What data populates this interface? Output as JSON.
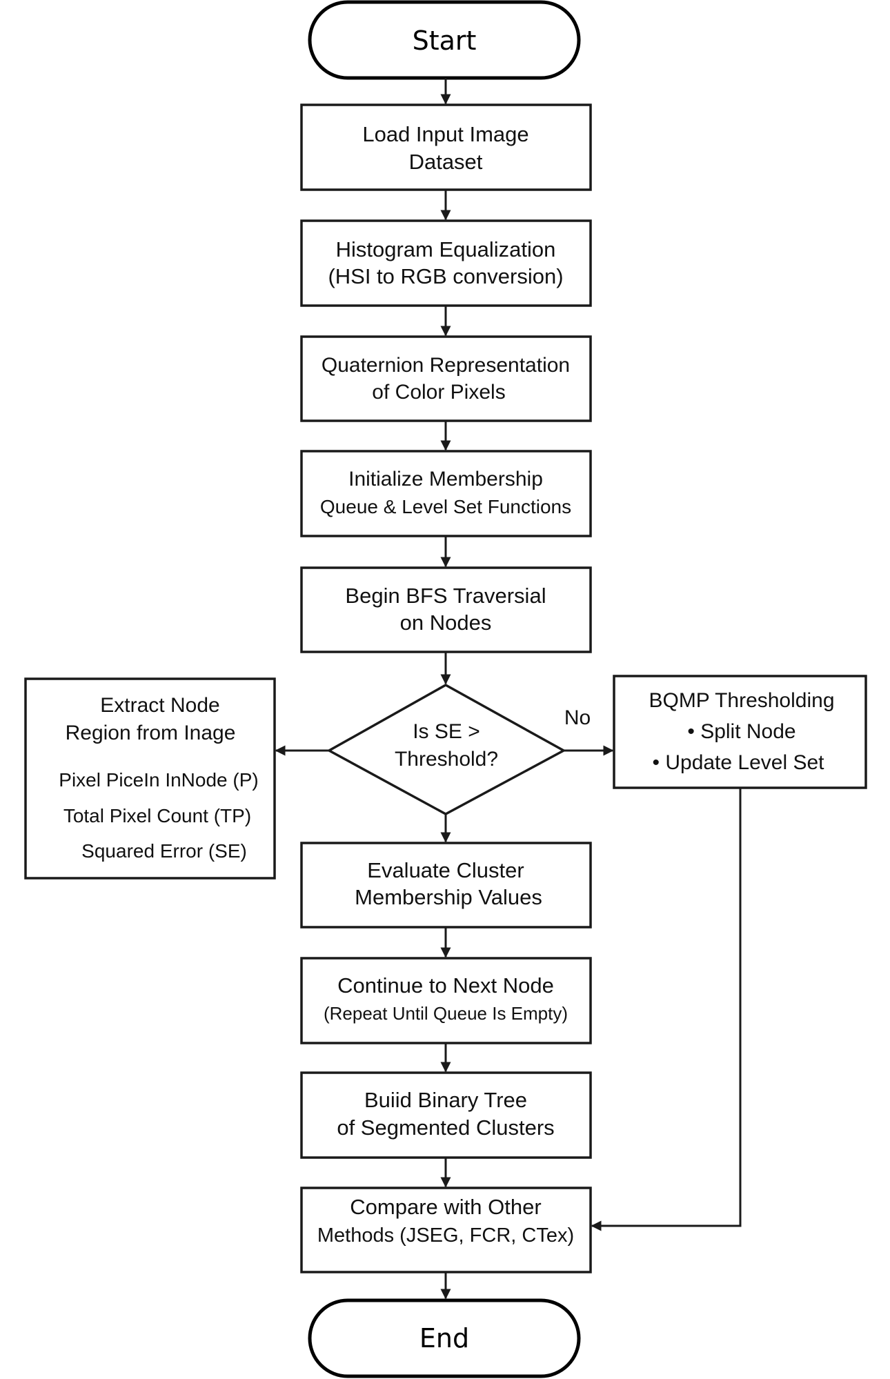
{
  "flowchart": {
    "start": "Start",
    "end": "End",
    "steps": [
      {
        "id": "load",
        "lines": [
          "Load Input Image",
          "Dataset"
        ]
      },
      {
        "id": "histogram",
        "lines": [
          "Histogram Equalization",
          "(HSI to RGB conversion)"
        ]
      },
      {
        "id": "quaternion",
        "lines": [
          "Quaternion Representation",
          "of Color Pixels"
        ]
      },
      {
        "id": "initialize",
        "lines": [
          "Initialize Membership",
          "Queue & Level Set Functions"
        ]
      },
      {
        "id": "bfs",
        "lines": [
          "Begin BFS Traversial",
          "on Nodes"
        ]
      },
      {
        "id": "evaluate",
        "lines": [
          "Evaluate Cluster",
          "Membership Values"
        ]
      },
      {
        "id": "continue",
        "lines": [
          "Continue to Next Node",
          "(Repeat Until Queue Is Empty)"
        ]
      },
      {
        "id": "build",
        "lines": [
          "Buiid Binary Tree",
          "of Segmented Clusters"
        ]
      },
      {
        "id": "compare",
        "lines": [
          "Compare with Other",
          "Methods (JSEG, FCR, CTex)"
        ]
      }
    ],
    "decision": {
      "lines": [
        "Is SE >",
        "Threshold?"
      ],
      "no_label": "No"
    },
    "extract": {
      "title": [
        "Extract Node",
        "Region from Inage"
      ],
      "items": [
        "Pixel PiceIn InNode (P)",
        "Total Pixel Count (TP)",
        "Squared Error (SE)"
      ]
    },
    "bqmp": {
      "title": "BQMP Thresholding",
      "bullets": [
        "• Split Node",
        "• Update Level Set"
      ]
    }
  }
}
